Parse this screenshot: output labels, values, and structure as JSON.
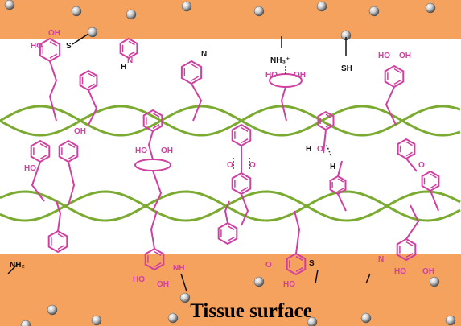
{
  "caption": "Tissue surface",
  "colors": {
    "tissue": "#f5a25e",
    "polymer": "#d040a0",
    "fiber": "#7aaa30",
    "text_black": "#111111",
    "sphere": "#cccccc"
  },
  "labels": {
    "ho": "HO",
    "oh": "OH",
    "s": "S",
    "n": "N",
    "h": "H",
    "nh3": "NH₃⁺",
    "sh": "SH",
    "nh2": "NH₂",
    "nh": "NH",
    "o": "O"
  }
}
